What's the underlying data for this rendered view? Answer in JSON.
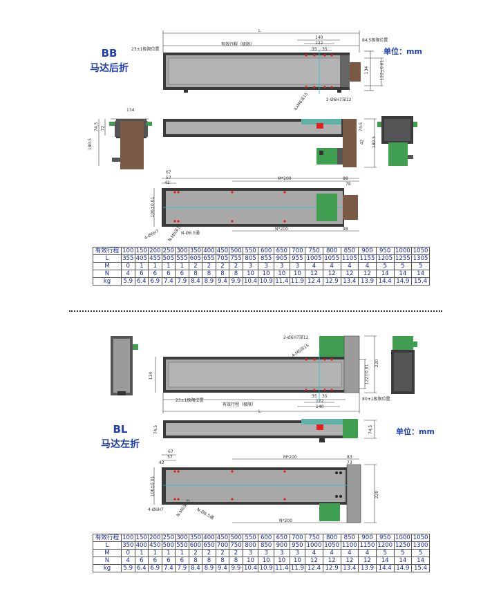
{
  "bb": {
    "title_line1": "BB",
    "title_line2": "马达后折",
    "unit": "单位：mm",
    "dims": {
      "L": "L",
      "stroke": "有效行程（极限）",
      "home": "23±1极限位置",
      "right_home": "84.5极限位置",
      "d140": "140",
      "d122": "122",
      "d35a": "35",
      "d35b": "35",
      "d134": "134",
      "d122b": "122±0.01",
      "d74": "74.5",
      "d72": "72",
      "d74b": "74.5",
      "d42": "42",
      "d180": "180.5",
      "d180b": "180.5",
      "d134b": "134",
      "pin": "2-Ø6H7深12",
      "m6": "4xM6深15",
      "d67": "67",
      "d57": "57",
      "d42b": "42",
      "m200a": "M*200",
      "m200b": "N*200",
      "d88": "88",
      "d78": "78",
      "d98": "98",
      "d106": "106±0.01",
      "hole4": "4-Ø6H7",
      "holeN": "N-Ø6.5通",
      "holeN2": "N-M6深15"
    },
    "table": {
      "rows": [
        [
          "有效行程",
          "100",
          "150",
          "200",
          "250",
          "300",
          "350",
          "400",
          "450",
          "500",
          "550",
          "600",
          "650",
          "700",
          "750",
          "800",
          "850",
          "900",
          "950",
          "1000",
          "1050"
        ],
        [
          "L",
          "355",
          "405",
          "455",
          "505",
          "555",
          "605",
          "655",
          "705",
          "755",
          "805",
          "855",
          "905",
          "955",
          "1005",
          "1055",
          "1105",
          "1155",
          "1205",
          "1255",
          "1305"
        ],
        [
          "M",
          "0",
          "1",
          "1",
          "1",
          "1",
          "2",
          "2",
          "2",
          "2",
          "3",
          "3",
          "3",
          "3",
          "4",
          "4",
          "4",
          "4",
          "5",
          "5",
          "5"
        ],
        [
          "N",
          "4",
          "6",
          "6",
          "6",
          "6",
          "8",
          "8",
          "8",
          "8",
          "10",
          "10",
          "10",
          "10",
          "12",
          "12",
          "12",
          "12",
          "14",
          "14",
          "14"
        ],
        [
          "kg",
          "5.9",
          "6.4",
          "6.9",
          "7.4",
          "7.9",
          "8.4",
          "8.9",
          "9.4",
          "9.9",
          "10.4",
          "10.9",
          "11.4",
          "11.9",
          "12.4",
          "12.9",
          "13.4",
          "13.9",
          "14.4",
          "14.9",
          "15.4"
        ]
      ]
    }
  },
  "bl": {
    "title_line1": "BL",
    "title_line2": "马达左折",
    "unit": "单位：mm",
    "dims": {
      "pin": "2-Ø6H7深12",
      "m6": "4-M6深15",
      "d134": "134",
      "d220": "220",
      "d122": "122±0.01",
      "home": "23±1极限位置",
      "stroke": "有效行程（极限）",
      "right_home": "80±1极限位置",
      "d35a": "35",
      "d35b": "35",
      "d122b": "122",
      "d140": "140",
      "L": "L",
      "d74": "74.5",
      "d74b": "74.5",
      "d67": "67",
      "d57": "57",
      "d42": "42",
      "m200a": "M*200",
      "m200b": "N*200",
      "d83": "83",
      "d73": "73",
      "d106": "106±0.01",
      "d220b": "220",
      "hole4": "4-Ø6H7",
      "holeN": "N-Ø6.5通",
      "holeN2": "N-M6深15"
    },
    "table": {
      "rows": [
        [
          "有效行程",
          "100",
          "150",
          "200",
          "250",
          "300",
          "350",
          "400",
          "450",
          "500",
          "550",
          "600",
          "650",
          "700",
          "750",
          "800",
          "850",
          "900",
          "950",
          "1000",
          "1050"
        ],
        [
          "L",
          "350",
          "400",
          "450",
          "500",
          "550",
          "600",
          "650",
          "700",
          "750",
          "800",
          "850",
          "900",
          "950",
          "1000",
          "1050",
          "1100",
          "1150",
          "1200",
          "1250",
          "1300"
        ],
        [
          "M",
          "0",
          "1",
          "1",
          "1",
          "1",
          "2",
          "2",
          "2",
          "2",
          "3",
          "3",
          "3",
          "3",
          "4",
          "4",
          "4",
          "4",
          "5",
          "5",
          "5"
        ],
        [
          "N",
          "4",
          "6",
          "6",
          "6",
          "6",
          "8",
          "8",
          "8",
          "8",
          "10",
          "10",
          "10",
          "10",
          "12",
          "12",
          "12",
          "12",
          "14",
          "14",
          "14"
        ],
        [
          "kg",
          "5.9",
          "6.4",
          "6.9",
          "7.4",
          "7.9",
          "8.4",
          "8.9",
          "9.4",
          "9.9",
          "10.4",
          "10.9",
          "11.4",
          "11.9",
          "12.4",
          "12.9",
          "13.4",
          "13.9",
          "14.4",
          "14.9",
          "15.4"
        ]
      ]
    }
  },
  "colors": {
    "title": "#1f3fb0",
    "rail": "#9a9a9a",
    "rail_dark": "#3a3a3a",
    "motor_brown": "#7a5a45",
    "motor_green": "#3f9e4f",
    "center_line": "#14c8d8",
    "mark_red": "#e02020"
  }
}
